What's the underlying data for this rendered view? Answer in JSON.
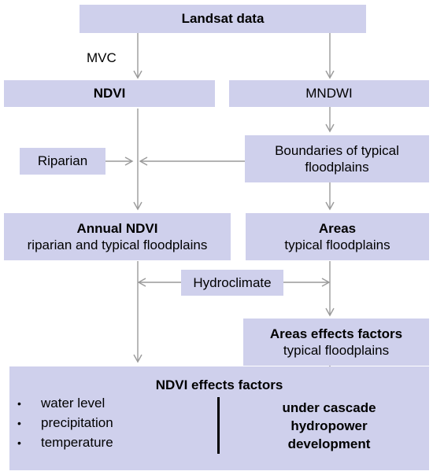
{
  "boxes": {
    "landsat": "Landsat data",
    "ndvi": "NDVI",
    "mndwi": "MNDWI",
    "riparian": "Riparian",
    "boundaries_line1": "Boundaries of typical",
    "boundaries_line2": "floodplains",
    "annual_ndvi_title": "Annual NDVI",
    "annual_ndvi_sub": "riparian and typical floodplains",
    "areas_title": "Areas",
    "areas_sub": "typical floodplains",
    "hydroclimate": "Hydroclimate",
    "areas_effects_title": "Areas effects factors",
    "areas_effects_sub": "typical floodplains",
    "ndvi_effects_title": "NDVI effects factors"
  },
  "labels": {
    "mvc": "MVC"
  },
  "factors": [
    "water level",
    "precipitation",
    "temperature"
  ],
  "bullet_char": "•",
  "note": {
    "line1": "under cascade",
    "line2": "hydropower",
    "line3": "development"
  },
  "colors": {
    "box_fill": "#cfd0ec",
    "arrow": "#9a9a9a"
  }
}
